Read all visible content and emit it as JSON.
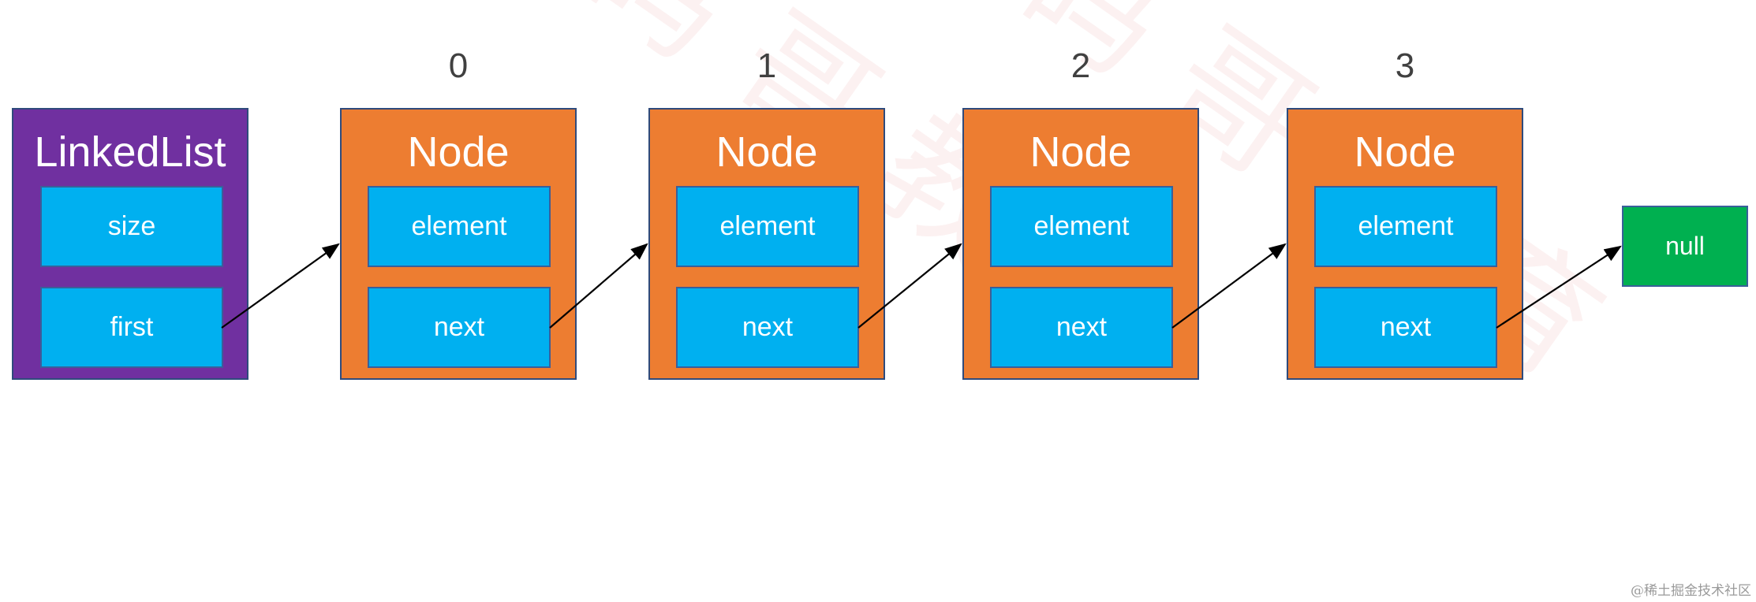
{
  "colors": {
    "linkedlist": "#7030a0",
    "node": "#ed7d31",
    "field": "#00b0f0",
    "null": "#00b050",
    "arrow": "#000000"
  },
  "linkedlist": {
    "title": "LinkedList",
    "fields": [
      "size",
      "first"
    ]
  },
  "nodes": [
    {
      "index": "0",
      "title": "Node",
      "element_label": "element",
      "next_label": "next"
    },
    {
      "index": "1",
      "title": "Node",
      "element_label": "element",
      "next_label": "next"
    },
    {
      "index": "2",
      "title": "Node",
      "element_label": "element",
      "next_label": "next"
    },
    {
      "index": "3",
      "title": "Node",
      "element_label": "element",
      "next_label": "next"
    }
  ],
  "null_box": {
    "label": "null"
  },
  "credit": "@稀土掘金技术社区"
}
